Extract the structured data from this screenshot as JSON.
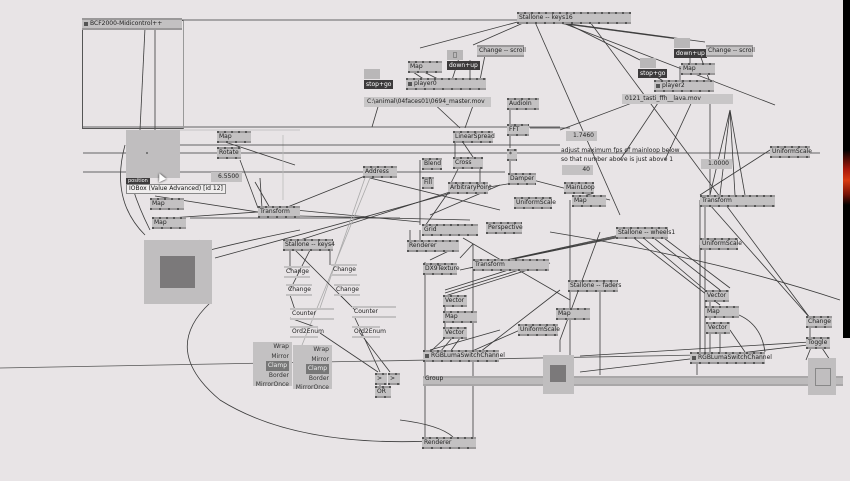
{
  "app": {
    "title": "vvvv patch"
  },
  "patch": {
    "subpatch_title": "BCF2000-Midicontrol++",
    "tooltip": "IOBox (Value Advanced) [id 12]",
    "position_label": "position",
    "nodes": {
      "stallone_keys16": "Stallone -- keys16",
      "change_scroll_1": "Change -- scroll",
      "change_scroll_2": "Change -- scroll",
      "down_up_1": "down+up",
      "down_up_2": "down+up",
      "stop_go_1": "stop+go",
      "stop_go_2": "stop+go",
      "map_player0": "Map",
      "player0": "player0",
      "player2": "player2",
      "map_player2": "Map",
      "audioin": "AudioIn",
      "fft": "FFT",
      "multiply": "*",
      "damper": "Damper",
      "linearspread": "LinearSpread",
      "cross": "Cross",
      "blend": "Blend",
      "fill": "Fill",
      "arbitrarypoint": "ArbitraryPoint",
      "uniformscale_1": "UniformScale",
      "mainloop": "MainLoop",
      "map_mainloop": "Map",
      "map_top": "Map",
      "rotate": "Rotate",
      "map_a": "Map",
      "map_b": "Map",
      "transform_left": "Transform",
      "address": "Address",
      "grid": "Grid",
      "perspective": "Perspective",
      "renderer_1": "Renderer",
      "dx9texture": "DX9Texture",
      "transform_mid": "Transform",
      "stallone_keys4": "Stallone -- keys4",
      "change_a": "Change",
      "change_b": "Change",
      "change_c": "Change",
      "change_d": "Change",
      "counter_a": "Counter",
      "counter_b": "Counter",
      "ord2enum_a": "Ord2Enum",
      "ord2enum_b": "Ord2Enum",
      "gt_a": ">",
      "gt_b": ">",
      "or": "OR",
      "vector_1": "Vector",
      "map_v": "Map",
      "vector_2": "Vector",
      "uniformscale_2": "UniformScale",
      "stallone_faders": "Stallone -- faders",
      "map_faders": "Map",
      "rgb_switch_1": "RGBLumaSwitchChannel",
      "group": "Group",
      "renderer_2": "Renderer",
      "uniformscale_top": "UniformScale",
      "transform_right": "Transform",
      "uniformscale_right": "UniformScale",
      "stallone_wheels": "Stallone -- wheels1",
      "vector_r1": "Vector",
      "map_r": "Map",
      "vector_r2": "Vector",
      "rgb_switch_2": "RGBLumaSwitchChannel",
      "change_right": "Change",
      "toggle": "Toggle"
    },
    "values": {
      "rotate_value": "6.5500",
      "fft_value": "1.7460",
      "fps_value": "40",
      "scale_value": "1.0000"
    },
    "files": {
      "movie_0": "C:\\animal\\04faces01\\0694_master.mov",
      "movie_2": "0121_tasti_ffh__lava.mov"
    },
    "comment": {
      "line1": "adjust maximum fps of mainloop below",
      "line2": "so that number above is just above 1"
    },
    "enum_a": {
      "options": [
        "Wrap",
        "Mirror",
        "Clamp",
        "Border",
        "MirrorOnce"
      ],
      "selected": "Clamp"
    },
    "enum_b": {
      "options": [
        "Wrap",
        "Mirror",
        "Clamp",
        "Border",
        "MirrorOnce"
      ],
      "selected": "Clamp"
    }
  }
}
